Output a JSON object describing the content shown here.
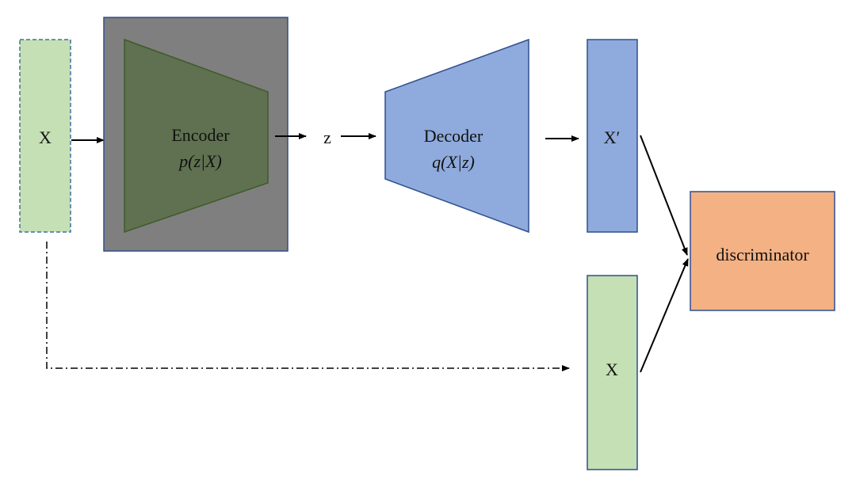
{
  "input_block": {
    "label": "X"
  },
  "encoder": {
    "title": "Encoder",
    "formula": "p(z|X)"
  },
  "latent": {
    "label": "z"
  },
  "decoder": {
    "title": "Decoder",
    "formula": "q(X|z)"
  },
  "reconstruction": {
    "label": "X′"
  },
  "real_input": {
    "label": "X"
  },
  "discriminator": {
    "label": "discriminator"
  },
  "colors": {
    "input_fill": "#c5e0b4",
    "encoder_box": "#7f7f7f",
    "encoder_shape": "#5f7150",
    "decoder": "#8faadc",
    "discriminator": "#f4b183",
    "stroke": "#2f4f8f"
  }
}
